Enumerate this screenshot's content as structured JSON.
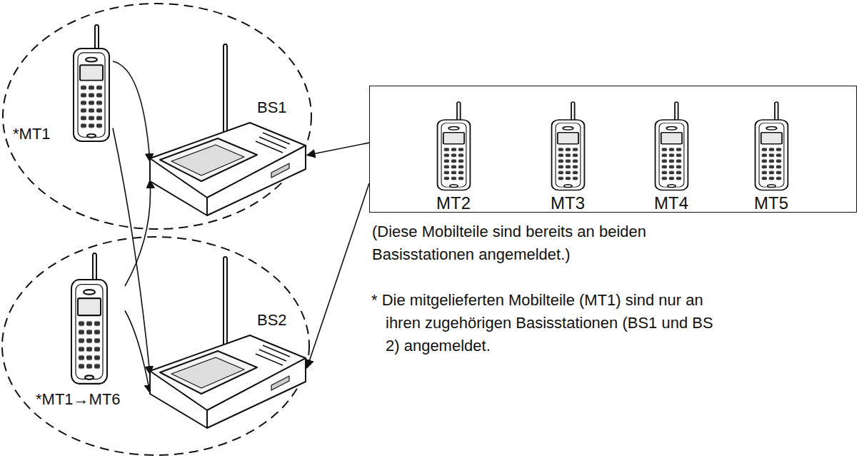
{
  "diagram": {
    "nodes": [
      {
        "text": [
          "*MT1"
        ]
      },
      {
        "text": [
          "BS1"
        ]
      },
      {
        "text": [
          "*MT1→MT6"
        ]
      },
      {
        "text": [
          "BS2"
        ]
      },
      {
        "text": [
          "(Diese Mobilteile sind bereits an beiden Basisstationen angemeldet.)"
        ]
      },
      {
        "text": [
          "MT2"
        ],
        "in": 4
      },
      {
        "text": [
          "MT3"
        ],
        "in": 4
      },
      {
        "text": [
          "MT4"
        ],
        "in": 4
      },
      {
        "text": [
          "MT5"
        ],
        "in": 4
      }
    ],
    "edges": [
      {
        "from": 0,
        "to": 1,
        "arrow": "to"
      },
      {
        "from": 0,
        "to": 3,
        "arrow": "to"
      },
      {
        "from": 2,
        "to": 1,
        "arrow": "to"
      },
      {
        "from": 2,
        "to": 3,
        "arrow": "to"
      },
      {
        "from": 4,
        "to": 1,
        "arrow": "to"
      },
      {
        "from": 4,
        "to": 3,
        "arrow": "to"
      }
    ],
    "labels": [
      "* Die mitgelieferten Mobilteile (MT1) sind nur an ihren zugehörigen Basisstationen (BS1 und BS 2) angemeldet."
    ]
  }
}
